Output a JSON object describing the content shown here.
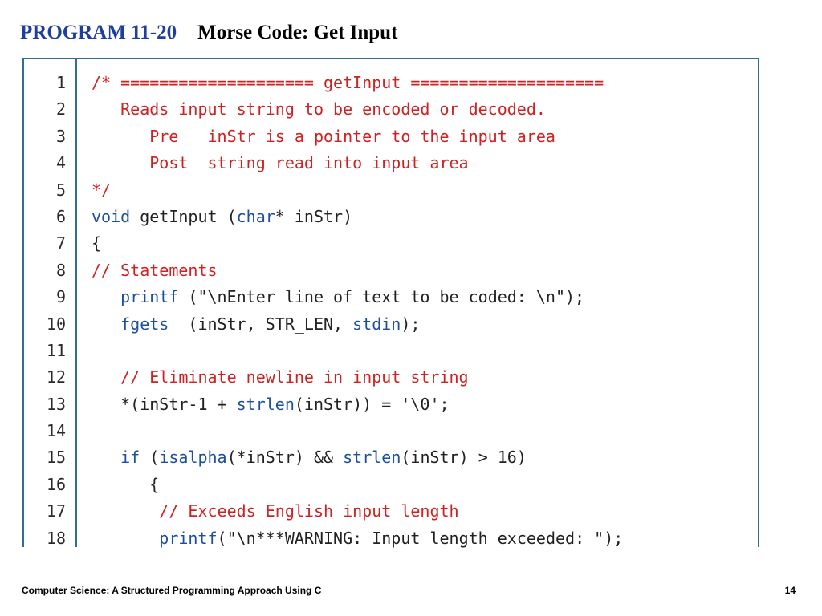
{
  "header": {
    "program_label": "PROGRAM 11-20",
    "program_title": "Morse Code: Get Input"
  },
  "code": {
    "lines": [
      {
        "num": "1",
        "parts": [
          {
            "t": "/* ==================== getInput ====================",
            "c": "cm"
          }
        ]
      },
      {
        "num": "2",
        "parts": [
          {
            "t": "   Reads input string to be encoded or decoded.",
            "c": "cm"
          }
        ]
      },
      {
        "num": "3",
        "parts": [
          {
            "t": "      Pre   inStr is a pointer to the input area",
            "c": "cm"
          }
        ]
      },
      {
        "num": "4",
        "parts": [
          {
            "t": "      Post  string read into input area",
            "c": "cm"
          }
        ]
      },
      {
        "num": "5",
        "parts": [
          {
            "t": "*/",
            "c": "cm"
          }
        ]
      },
      {
        "num": "6",
        "parts": [
          {
            "t": "void",
            "c": "kw"
          },
          {
            "t": " getInput (",
            "c": ""
          },
          {
            "t": "char",
            "c": "kw"
          },
          {
            "t": "* inStr)",
            "c": ""
          }
        ]
      },
      {
        "num": "7",
        "parts": [
          {
            "t": "{",
            "c": ""
          }
        ]
      },
      {
        "num": "8",
        "parts": [
          {
            "t": "// Statements",
            "c": "cm"
          }
        ]
      },
      {
        "num": "9",
        "parts": [
          {
            "t": "   ",
            "c": ""
          },
          {
            "t": "printf",
            "c": "fn"
          },
          {
            "t": " (\"\\nEnter line of text to be coded: \\n\");",
            "c": ""
          }
        ]
      },
      {
        "num": "10",
        "parts": [
          {
            "t": "   ",
            "c": ""
          },
          {
            "t": "fgets",
            "c": "fn"
          },
          {
            "t": "  (inStr, STR_LEN, ",
            "c": ""
          },
          {
            "t": "stdin",
            "c": "fn"
          },
          {
            "t": ");",
            "c": ""
          }
        ]
      },
      {
        "num": "11",
        "parts": [
          {
            "t": "",
            "c": ""
          }
        ]
      },
      {
        "num": "12",
        "parts": [
          {
            "t": "   ",
            "c": ""
          },
          {
            "t": "// Eliminate newline in input string",
            "c": "cm"
          }
        ]
      },
      {
        "num": "13",
        "parts": [
          {
            "t": "   *(inStr-1 + ",
            "c": ""
          },
          {
            "t": "strlen",
            "c": "fn"
          },
          {
            "t": "(inStr)) = '\\0';",
            "c": ""
          }
        ]
      },
      {
        "num": "14",
        "parts": [
          {
            "t": "",
            "c": ""
          }
        ]
      },
      {
        "num": "15",
        "parts": [
          {
            "t": "   ",
            "c": ""
          },
          {
            "t": "if",
            "c": "kw"
          },
          {
            "t": " (",
            "c": ""
          },
          {
            "t": "isalpha",
            "c": "fn"
          },
          {
            "t": "(*inStr) && ",
            "c": ""
          },
          {
            "t": "strlen",
            "c": "fn"
          },
          {
            "t": "(inStr) > 16)",
            "c": ""
          }
        ]
      },
      {
        "num": "16",
        "parts": [
          {
            "t": "      {",
            "c": ""
          }
        ]
      },
      {
        "num": "17",
        "parts": [
          {
            "t": "       ",
            "c": ""
          },
          {
            "t": "// Exceeds English input length",
            "c": "cm"
          }
        ]
      },
      {
        "num": "18",
        "parts": [
          {
            "t": "       ",
            "c": ""
          },
          {
            "t": "printf",
            "c": "fn"
          },
          {
            "t": "(\"\\n***WARNING: Input length exceeded: \");",
            "c": ""
          }
        ]
      }
    ]
  },
  "footer": {
    "book_title": "Computer Science: A Structured Programming Approach Using C",
    "page_number": "14"
  },
  "colors": {
    "title_accent": "#1f3f9e",
    "comment": "#cc2222",
    "keyword": "#1c4f9c",
    "border": "#2f6f8f"
  }
}
